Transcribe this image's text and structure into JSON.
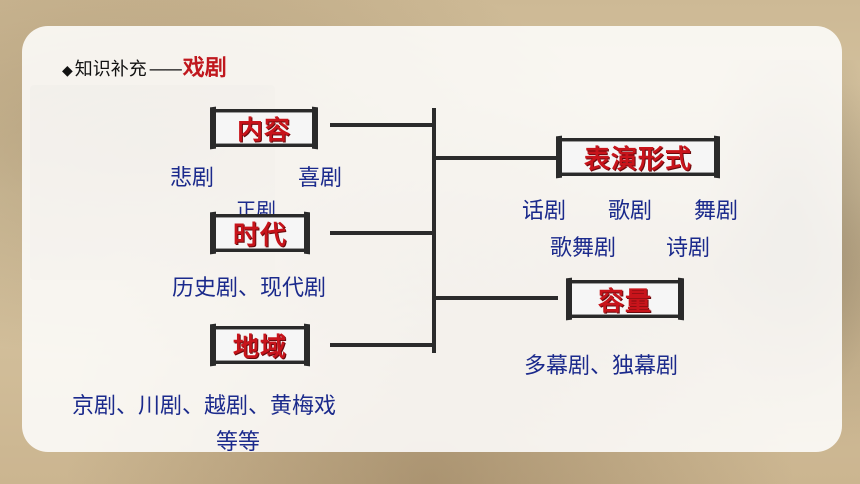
{
  "heading": {
    "bullet": "◆",
    "prefix": "知识补充",
    "dash": "——",
    "accent": "戏剧"
  },
  "nodes": {
    "content": {
      "title": "内容",
      "items": [
        "悲剧",
        "喜剧",
        "正剧"
      ]
    },
    "era": {
      "title": "时代",
      "items": "历史剧、现代剧"
    },
    "region": {
      "title": "地域",
      "items_line1": "京剧、川剧、越剧、黄梅戏",
      "items_line2": "等等"
    },
    "form": {
      "title": "表演形式",
      "row1": [
        "话剧",
        "歌剧",
        "舞剧"
      ],
      "row2": [
        "歌舞剧",
        "诗剧"
      ]
    },
    "capacity": {
      "title": "容量",
      "items": "多幕剧、独幕剧"
    }
  },
  "colors": {
    "title_red": "#c8141b",
    "item_blue": "#1b2a8c",
    "heading_accent": "#c0181e"
  }
}
